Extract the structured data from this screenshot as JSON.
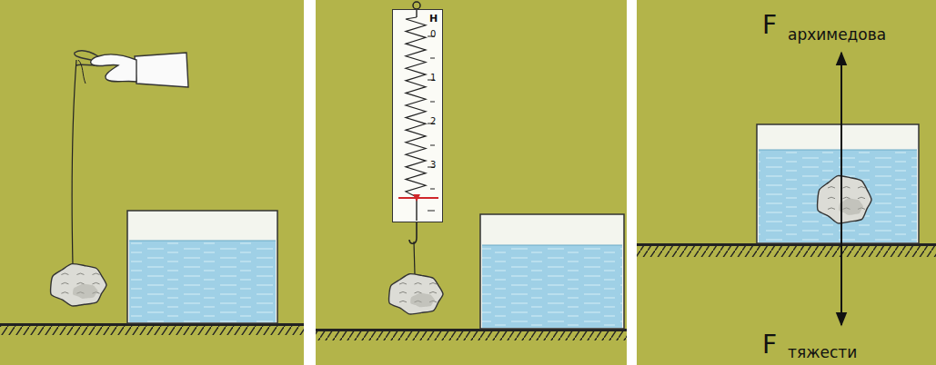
{
  "diagram": {
    "nodes": [
      {
        "text": [
          "Н",
          "0",
          "1",
          "2",
          "3"
        ]
      }
    ],
    "labels": [
      "F",
      "архимедова",
      "F",
      "тяжести"
    ]
  }
}
